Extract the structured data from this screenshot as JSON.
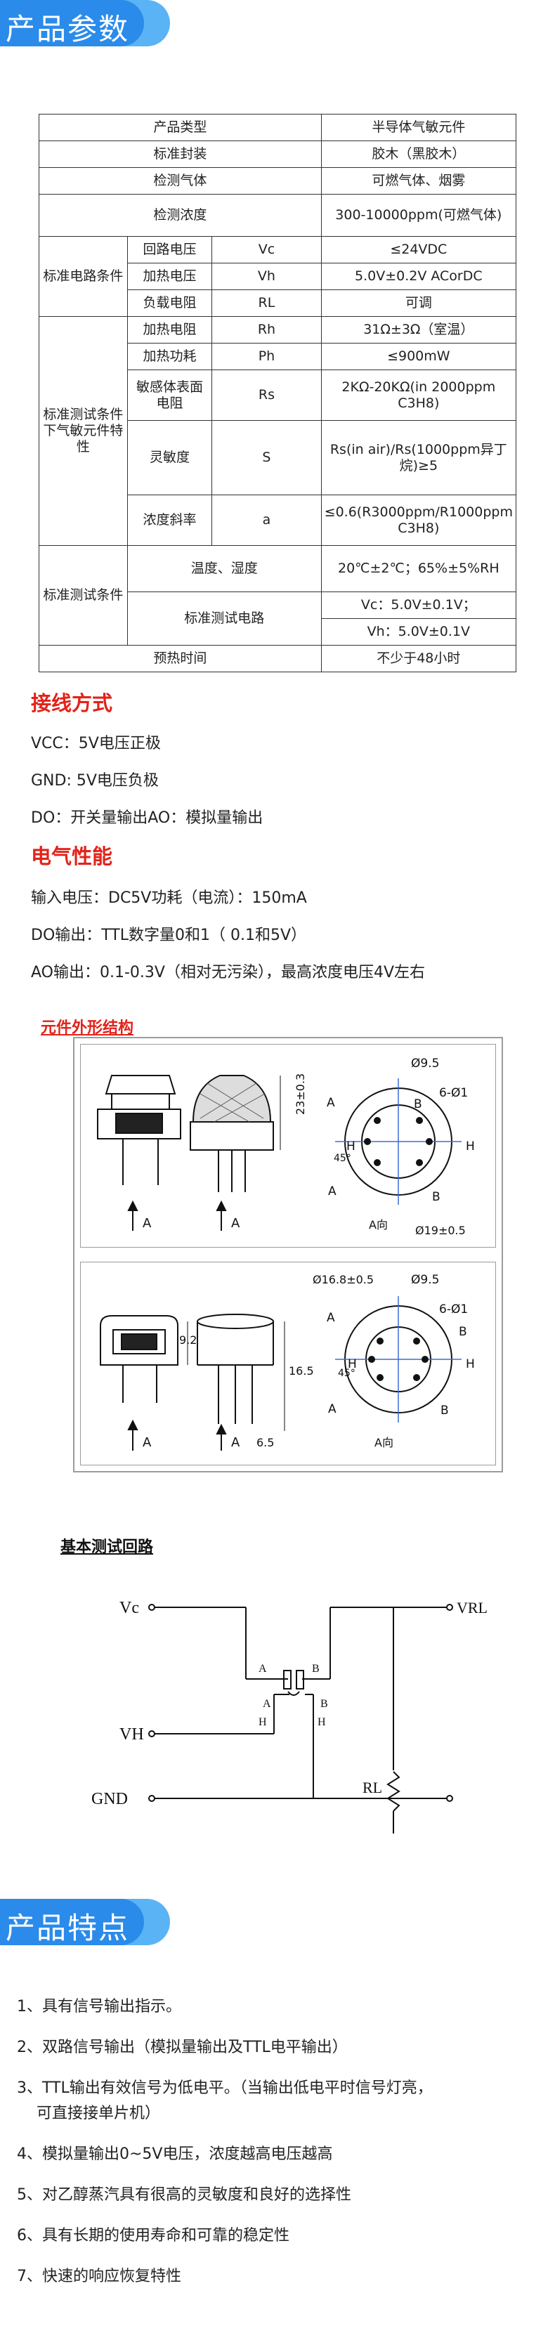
{
  "banners": {
    "params": "产品参数",
    "features": "产品特点"
  },
  "table": {
    "r1": [
      "产品类型",
      "半导体气敏元件"
    ],
    "r2": [
      "标准封装",
      "胶木（黑胶木）"
    ],
    "r3": [
      "检测气体",
      "可燃气体、烟雾"
    ],
    "r4": [
      "检测浓度",
      "300-10000ppm(可燃气体)"
    ],
    "g1": "标准电路条件",
    "r5": [
      "回路电压",
      "Vc",
      "≤24VDC"
    ],
    "r6": [
      "加热电压",
      "Vh",
      "5.0V±0.2V ACorDC"
    ],
    "r7": [
      "负载电阻",
      "RL",
      "可调"
    ],
    "g2": "标准测试条件下气敏元件特性",
    "r8": [
      "加热电阻",
      "Rh",
      "31Ω±3Ω（室温）"
    ],
    "r9": [
      "加热功耗",
      "Ph",
      "≤900mW"
    ],
    "r10": [
      "敏感体表面电阻",
      "Rs",
      "2KΩ-20KΩ(in 2000ppm C3H8)"
    ],
    "r11": [
      "灵敏度",
      "S",
      "Rs(in air)/Rs(1000ppm异丁烷)≥5"
    ],
    "r12": [
      "浓度斜率",
      "a",
      "≤0.6(R3000ppm/R1000ppm C3H8)"
    ],
    "g3": "标准测试条件",
    "r13": [
      "温度、湿度",
      "20℃±2℃；65%±5%RH"
    ],
    "r14": [
      "标准测试电路",
      "Vc：5.0V±0.1V；",
      "Vh：5.0V±0.1V"
    ],
    "r15": [
      "预热时间",
      "不少于48小时"
    ]
  },
  "wiring": {
    "title": "接线方式",
    "lines": [
      "VCC：5V电压正极",
      "GND: 5V电压负极",
      "DO：开关量输出AO：模拟量输出"
    ]
  },
  "electrical": {
    "title": "电气性能",
    "lines": [
      "输入电压：DC5V功耗（电流）：150mA",
      "DO输出：TTL数字量0和1（ 0.1和5V）",
      "AO输出：0.1-0.3V（相对无污染），最高浓度电压4V左右"
    ]
  },
  "structure": {
    "title": "元件外形结构",
    "arrow_a": "A",
    "a_dir": "A向",
    "labels": {
      "d95": "Ø9.5",
      "holes": "6-Ø1",
      "d19": "Ø19±0.5",
      "d168": "Ø16.8±0.5",
      "h23": "23±0.3",
      "h92": "9.2",
      "h165": "16.5",
      "w65": "6.5",
      "ang45": "45°",
      "A": "A",
      "B": "B",
      "H": "H"
    }
  },
  "circuit": {
    "title": "基本测试回路",
    "vc": "Vc",
    "vh": "VH",
    "vrl": "VRL",
    "rl": "RL",
    "gnd": "GND",
    "A": "A",
    "B": "B",
    "H": "H"
  },
  "features": [
    "1、具有信号输出指示。",
    "2、双路信号输出（模拟量输出及TTL电平输出）",
    "3、TTL输出有效信号为低电平。（当输出低电平时信号灯亮，",
    "可直接接单片机）",
    "4、模拟量输出0~5V电压，浓度越高电压越高",
    "5、对乙醇蒸汽具有很高的灵敏度和良好的选择性",
    "6、具有长期的使用寿命和可靠的稳定性",
    "7、快速的响应恢复特性"
  ]
}
